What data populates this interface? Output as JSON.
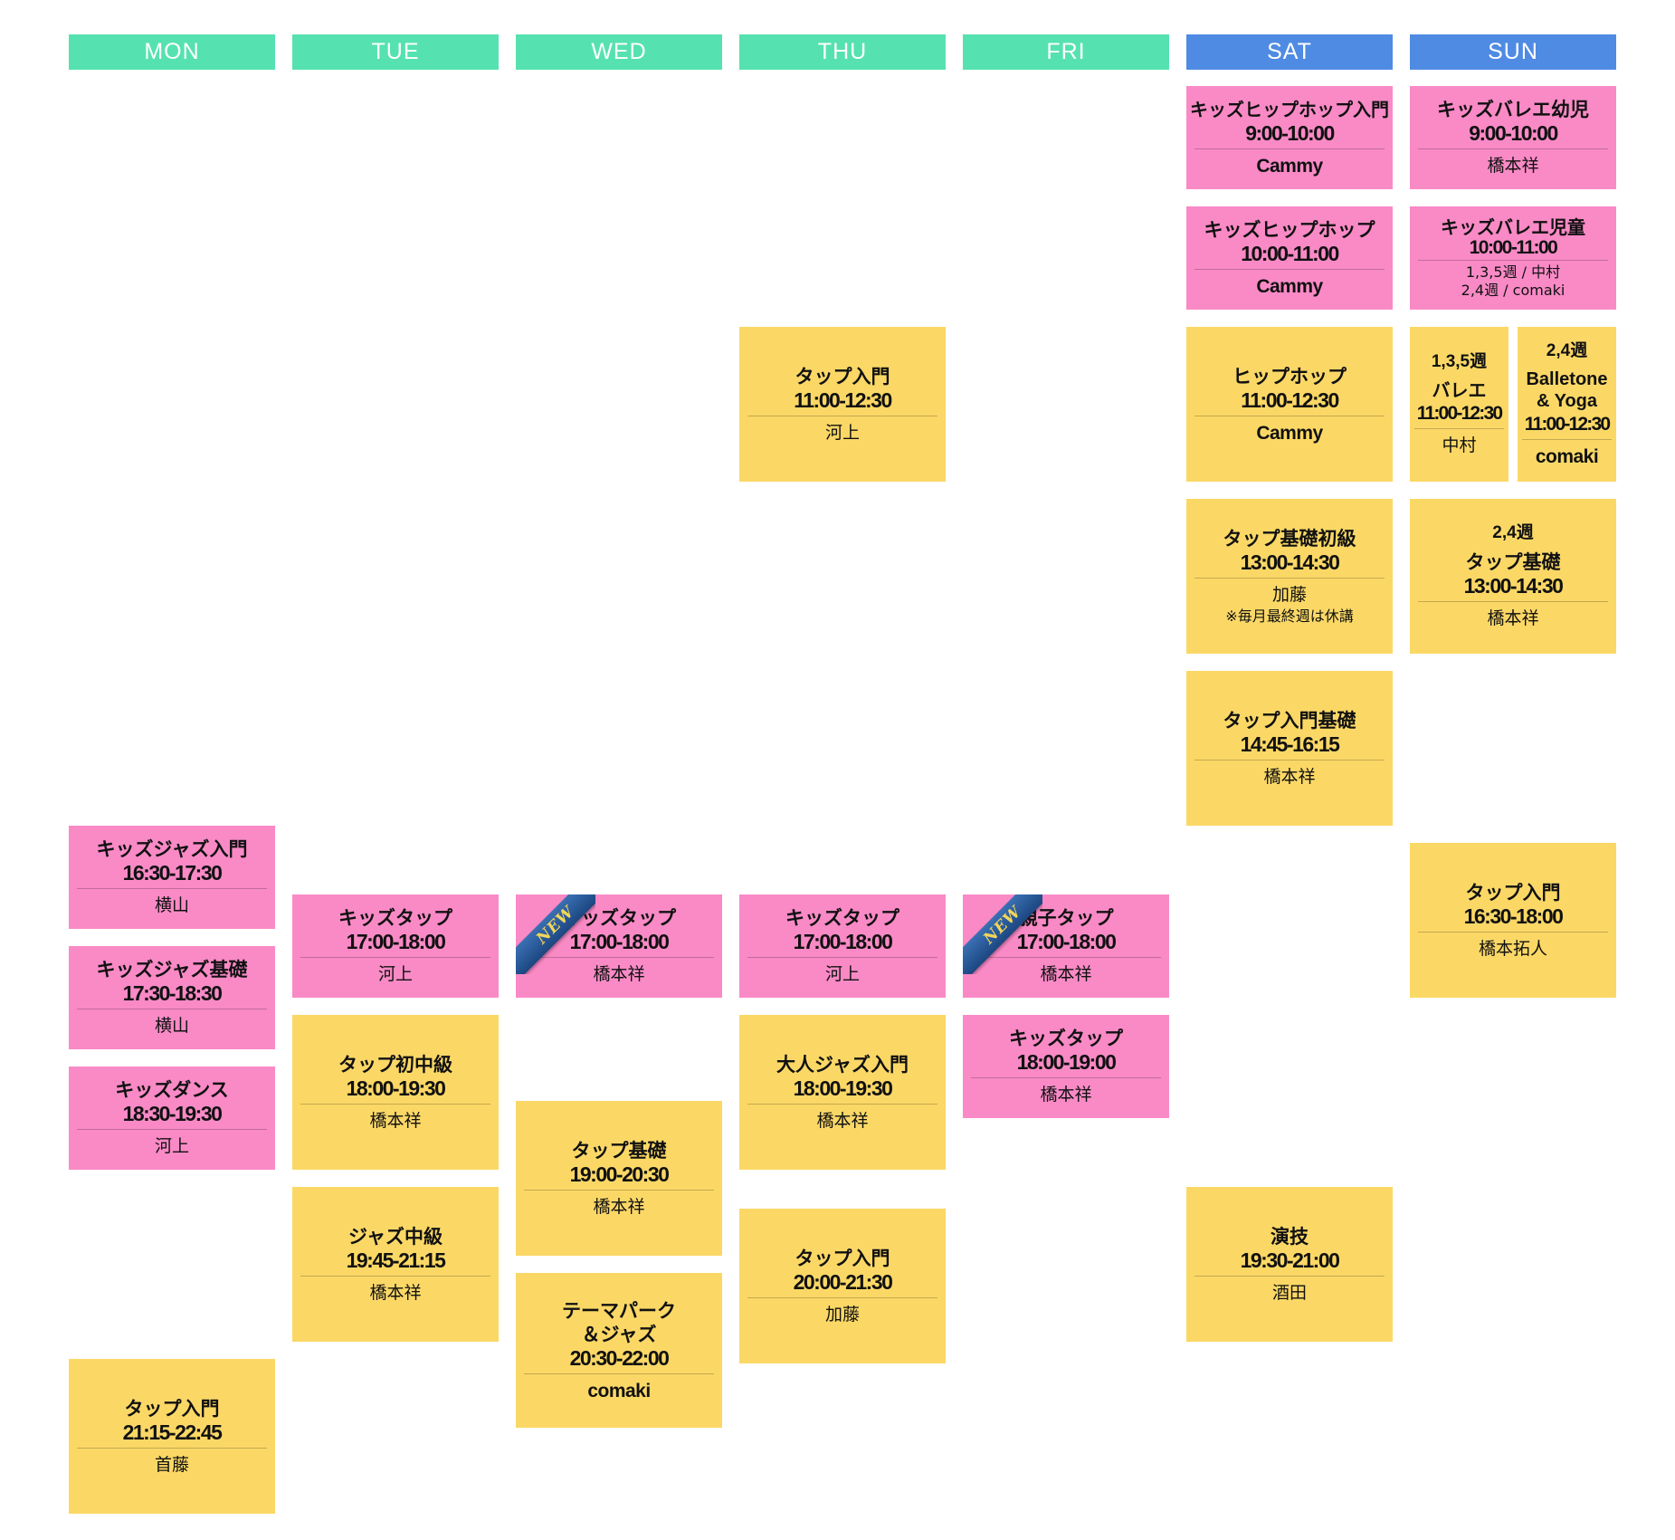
{
  "days": [
    {
      "key": "mon",
      "label": "MON",
      "weekend": false
    },
    {
      "key": "tue",
      "label": "TUE",
      "weekend": false
    },
    {
      "key": "wed",
      "label": "WED",
      "weekend": false
    },
    {
      "key": "thu",
      "label": "THU",
      "weekend": false
    },
    {
      "key": "fri",
      "label": "FRI",
      "weekend": false
    },
    {
      "key": "sat",
      "label": "SAT",
      "weekend": true
    },
    {
      "key": "sun",
      "label": "SUN",
      "weekend": true
    }
  ],
  "colors": {
    "weekday_header": "#55e2b0",
    "weekend_header": "#4f8be3",
    "kids_class": "#f98ac6",
    "adult_class": "#fbd866",
    "new_badge": "#1c4680",
    "new_badge_text": "#f3d65a"
  },
  "badge_text": "NEW",
  "classes": [
    {
      "id": "mon-1",
      "day": "MON",
      "category": "kids",
      "title": "キッズジャズ入門",
      "time": "16:30-17:30",
      "instructor": "横山"
    },
    {
      "id": "mon-2",
      "day": "MON",
      "category": "kids",
      "title": "キッズジャズ基礎",
      "time": "17:30-18:30",
      "instructor": "横山"
    },
    {
      "id": "mon-3",
      "day": "MON",
      "category": "kids",
      "title": "キッズダンス",
      "time": "18:30-19:30",
      "instructor": "河上"
    },
    {
      "id": "mon-4",
      "day": "MON",
      "category": "adult",
      "title": "タップ入門",
      "time": "21:15-22:45",
      "instructor": "首藤"
    },
    {
      "id": "tue-1",
      "day": "TUE",
      "category": "kids",
      "title": "キッズタップ",
      "time": "17:00-18:00",
      "instructor": "河上"
    },
    {
      "id": "tue-2",
      "day": "TUE",
      "category": "adult",
      "title": "タップ初中級",
      "time": "18:00-19:30",
      "instructor": "橋本祥"
    },
    {
      "id": "tue-3",
      "day": "TUE",
      "category": "adult",
      "title": "ジャズ中級",
      "time": "19:45-21:15",
      "instructor": "橋本祥"
    },
    {
      "id": "wed-1",
      "day": "WED",
      "category": "kids",
      "title": "キッズタップ",
      "time": "17:00-18:00",
      "instructor": "橋本祥",
      "new": true
    },
    {
      "id": "wed-2",
      "day": "WED",
      "category": "adult",
      "title": "タップ基礎",
      "time": "19:00-20:30",
      "instructor": "橋本祥"
    },
    {
      "id": "wed-3",
      "day": "WED",
      "category": "adult",
      "title": "テーマパーク",
      "title2": "＆ジャズ",
      "time": "20:30-22:00",
      "instructor": "comaki"
    },
    {
      "id": "thu-1",
      "day": "THU",
      "category": "adult",
      "title": "タップ入門",
      "time": "11:00-12:30",
      "instructor": "河上"
    },
    {
      "id": "thu-2",
      "day": "THU",
      "category": "kids",
      "title": "キッズタップ",
      "time": "17:00-18:00",
      "instructor": "河上"
    },
    {
      "id": "thu-3",
      "day": "THU",
      "category": "adult",
      "title": "大人ジャズ入門",
      "time": "18:00-19:30",
      "instructor": "橋本祥"
    },
    {
      "id": "thu-4",
      "day": "THU",
      "category": "adult",
      "title": "タップ入門",
      "time": "20:00-21:30",
      "instructor": "加藤"
    },
    {
      "id": "fri-1",
      "day": "FRI",
      "category": "kids",
      "title": "親子タップ",
      "time": "17:00-18:00",
      "instructor": "橋本祥",
      "new": true
    },
    {
      "id": "fri-2",
      "day": "FRI",
      "category": "kids",
      "title": "キッズタップ",
      "time": "18:00-19:00",
      "instructor": "橋本祥"
    },
    {
      "id": "sat-1",
      "day": "SAT",
      "category": "kids",
      "title": "キッズヒップホップ入門",
      "time": "9:00-10:00",
      "instructor": "Cammy"
    },
    {
      "id": "sat-2",
      "day": "SAT",
      "category": "kids",
      "title": "キッズヒップホップ",
      "time": "10:00-11:00",
      "instructor": "Cammy"
    },
    {
      "id": "sat-3",
      "day": "SAT",
      "category": "adult",
      "title": "ヒップホップ",
      "time": "11:00-12:30",
      "instructor": "Cammy"
    },
    {
      "id": "sat-4",
      "day": "SAT",
      "category": "adult",
      "title": "タップ基礎初級",
      "time": "13:00-14:30",
      "instructor": "加藤",
      "note": "※毎月最終週は休講"
    },
    {
      "id": "sat-5",
      "day": "SAT",
      "category": "adult",
      "title": "タップ入門基礎",
      "time": "14:45-16:15",
      "instructor": "橋本祥"
    },
    {
      "id": "sat-6",
      "day": "SAT",
      "category": "adult",
      "title": "演技",
      "time": "19:30-21:00",
      "instructor": "酒田"
    },
    {
      "id": "sun-1",
      "day": "SUN",
      "category": "kids",
      "title": "キッズバレエ幼児",
      "time": "9:00-10:00",
      "instructor": "橋本祥"
    },
    {
      "id": "sun-2",
      "day": "SUN",
      "category": "kids",
      "title": "キッズバレエ児童",
      "time": "10:00-11:00",
      "notes": [
        "1,3,5週 / 中村",
        "2,4週 / comaki"
      ]
    },
    {
      "id": "sun-3a",
      "day": "SUN",
      "category": "adult",
      "week": "1,3,5週",
      "title": "バレエ",
      "time": "11:00-12:30",
      "instructor": "中村"
    },
    {
      "id": "sun-3b",
      "day": "SUN",
      "category": "adult",
      "week": "2,4週",
      "title": "Balletone",
      "title2": "& Yoga",
      "time": "11:00-12:30",
      "instructor": "comaki"
    },
    {
      "id": "sun-4",
      "day": "SUN",
      "category": "adult",
      "week": "2,4週",
      "title": "タップ基礎",
      "time": "13:00-14:30",
      "instructor": "橋本祥"
    },
    {
      "id": "sun-5",
      "day": "SUN",
      "category": "adult",
      "title": "タップ入門",
      "time": "16:30-18:00",
      "instructor": "橋本拓人"
    }
  ]
}
